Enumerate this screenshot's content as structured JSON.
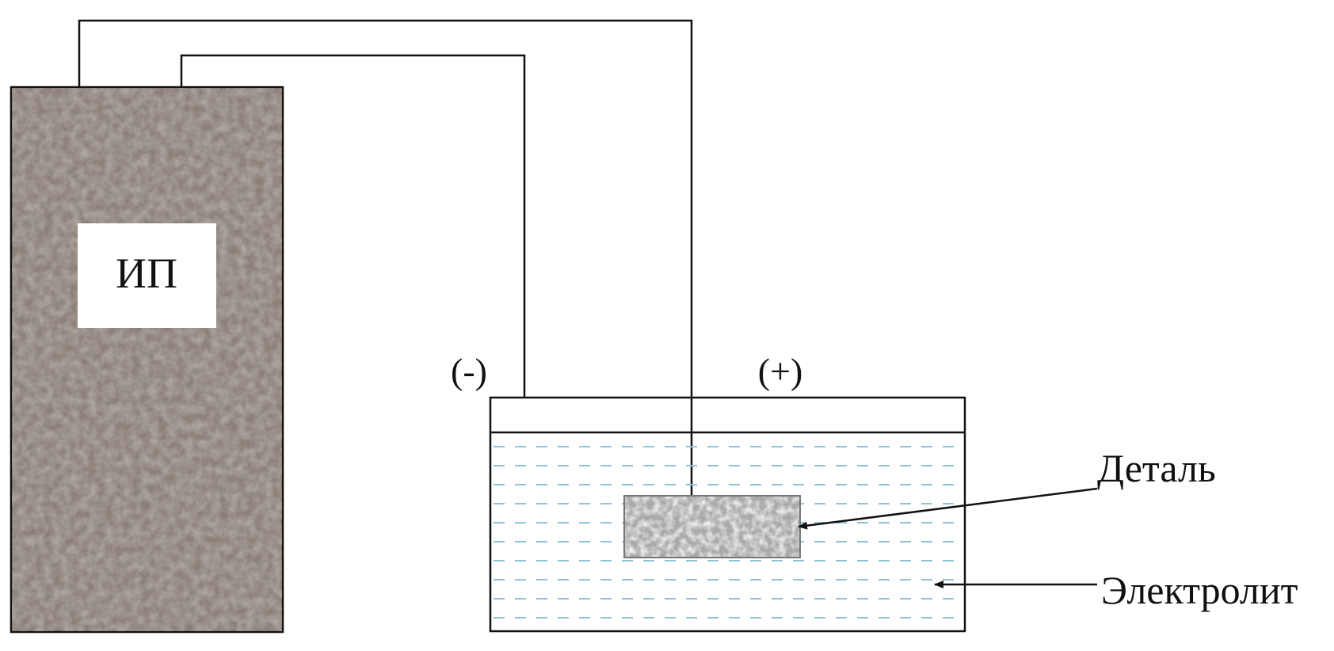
{
  "power_supply": {
    "label": "ИП"
  },
  "terminals": {
    "negative": "(-)",
    "positive": "(+)"
  },
  "callouts": {
    "part": "Деталь",
    "electrolyte": "Электролит"
  },
  "colors": {
    "power_supply_fill": "#8b8078",
    "electrolyte_dash": "#8fc3d9",
    "part_fill": "#a9a9a9",
    "line": "#111111"
  }
}
